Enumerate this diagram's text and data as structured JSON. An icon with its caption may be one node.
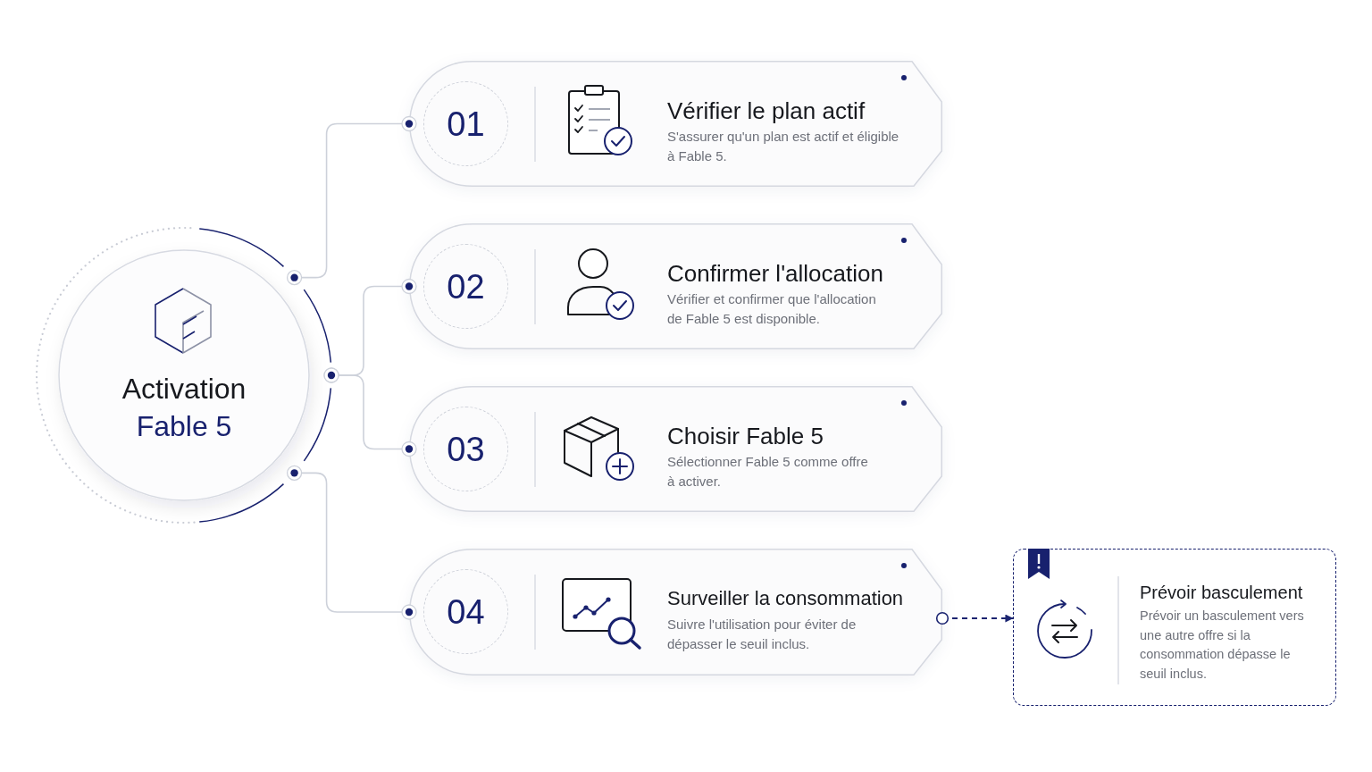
{
  "diagram": {
    "nodes": [
      {
        "text": [
          "Activation",
          "Fable 5"
        ]
      },
      {
        "text": [
          "Vérifier le plan actif",
          "S'assurer qu'un plan est actif et éligible à Fable 5."
        ]
      },
      {
        "text": [
          "01"
        ],
        "in": 1
      },
      {
        "text": [
          "Confirmer l'allocation",
          "Vérifier et confirmer que l'allocation de Fable 5 est disponible."
        ]
      },
      {
        "text": [
          "02"
        ],
        "in": 3
      },
      {
        "text": [
          "Choisir Fable 5",
          "Sélectionner Fable 5 comme offre à activer."
        ]
      },
      {
        "text": [
          "03"
        ],
        "in": 5
      },
      {
        "text": [
          "Surveiller la consommation",
          "Suivre l'utilisation pour éviter de dépasser le seuil inclus."
        ]
      },
      {
        "text": [
          "04"
        ],
        "in": 7
      },
      {
        "text": [
          "Prévoir basculement",
          "Prévoir un basculement vers une autre offre si la consommation dépasse le seuil inclus."
        ]
      }
    ],
    "edges": [
      {
        "from": 0,
        "to": 1,
        "arrow": "other"
      },
      {
        "from": 0,
        "to": 3,
        "arrow": "other"
      },
      {
        "from": 0,
        "to": 5,
        "arrow": "other"
      },
      {
        "from": 0,
        "to": 7,
        "arrow": "other"
      },
      {
        "from": 7,
        "to": 9,
        "arrow": "to",
        "style": "dashed",
        "color": "#1b2470"
      }
    ]
  }
}
